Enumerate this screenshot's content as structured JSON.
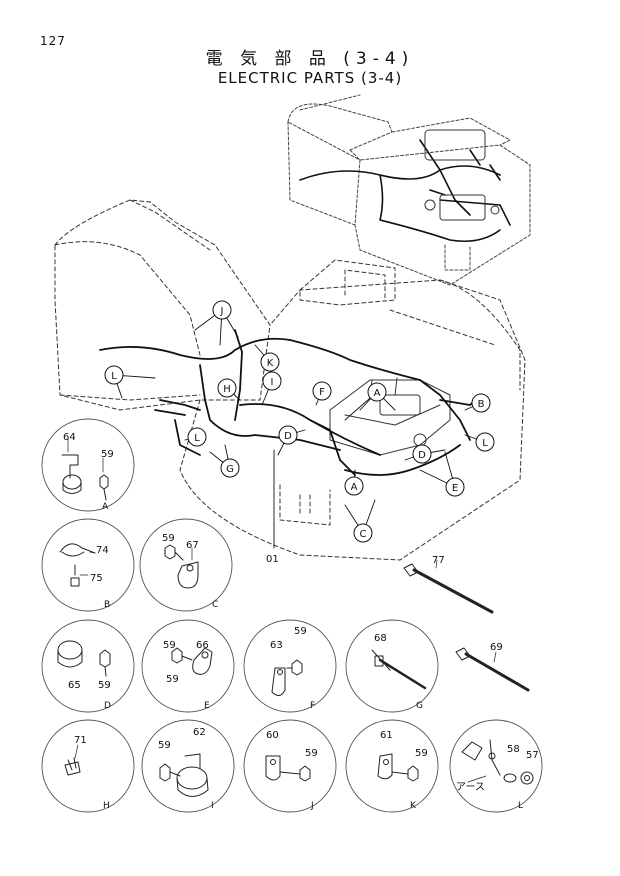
{
  "page_number": "127",
  "title_jp": "電 気 部 品 (3-4)",
  "title_en": "ELECTRIC PARTS (3-4)",
  "main_label": "01",
  "callouts": {
    "J": "J",
    "K": "K",
    "L": "L",
    "H": "H",
    "I": "I",
    "F": "F",
    "A": "A",
    "B": "B",
    "D": "D",
    "E": "E",
    "G": "G",
    "C": "C"
  },
  "details": [
    {
      "id": "A",
      "parts": [
        "64",
        "59"
      ]
    },
    {
      "id": "B",
      "parts": [
        "74",
        "75"
      ]
    },
    {
      "id": "C",
      "parts": [
        "59",
        "67"
      ]
    },
    {
      "id": "D",
      "parts": [
        "65",
        "59"
      ]
    },
    {
      "id": "E",
      "parts": [
        "66",
        "59",
        "59"
      ]
    },
    {
      "id": "F",
      "parts": [
        "63",
        "59"
      ]
    },
    {
      "id": "G",
      "parts": [
        "68"
      ]
    },
    {
      "id": "H",
      "parts": [
        "71"
      ]
    },
    {
      "id": "I",
      "parts": [
        "59",
        "62"
      ]
    },
    {
      "id": "J",
      "parts": [
        "60",
        "59"
      ]
    },
    {
      "id": "K",
      "parts": [
        "61",
        "59"
      ]
    },
    {
      "id": "L",
      "parts": [
        "58",
        "57"
      ],
      "note": "アース"
    }
  ],
  "loose_parts": [
    {
      "id": "77"
    },
    {
      "id": "69"
    }
  ]
}
